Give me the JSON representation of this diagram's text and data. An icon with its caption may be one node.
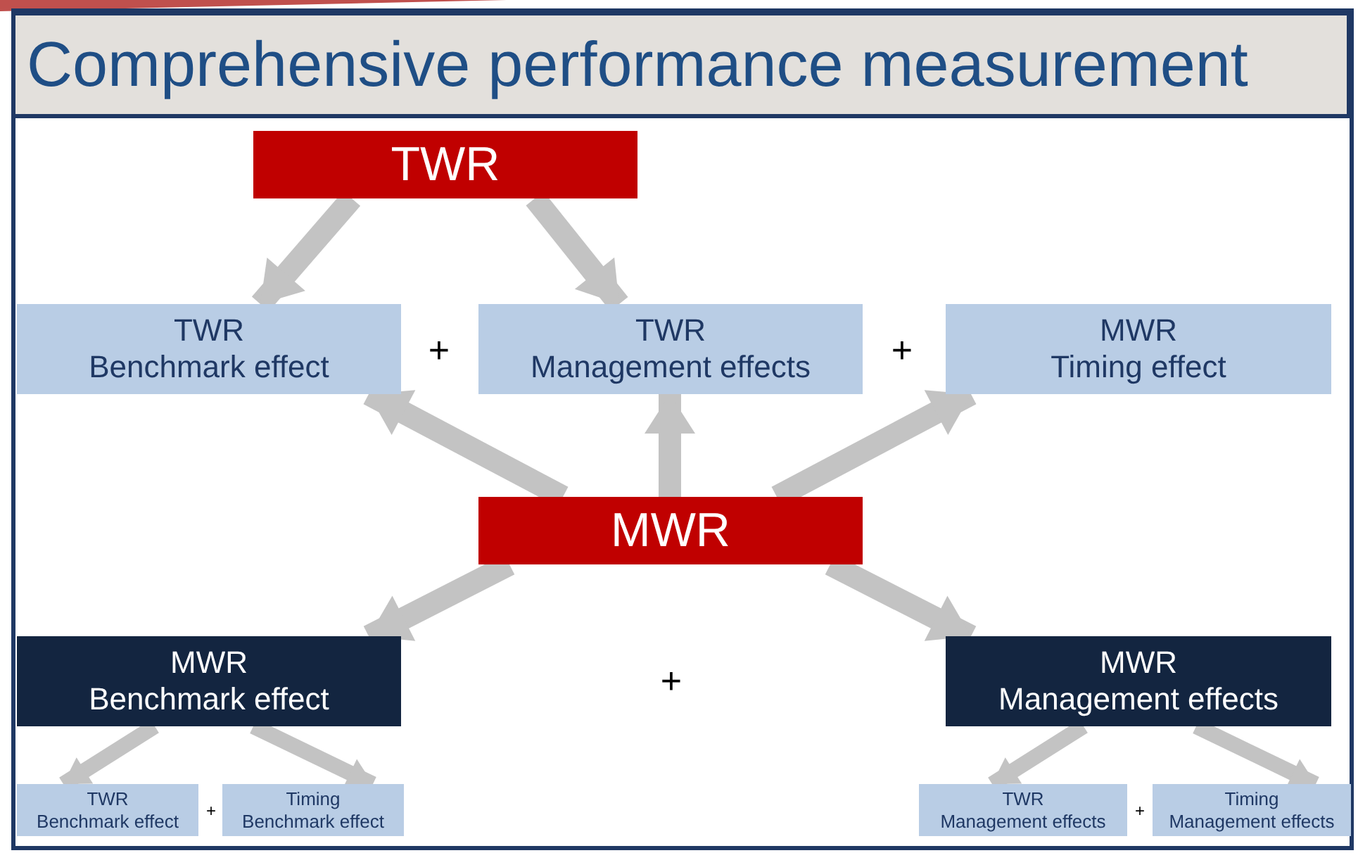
{
  "diagram": {
    "title": "Comprehensive performance measurement",
    "nodes": [
      {
        "text": [
          "TWR"
        ]
      },
      {
        "text": [
          "TWR",
          "Benchmark effect"
        ]
      },
      {
        "text": [
          "TWR",
          "Management effects"
        ]
      },
      {
        "text": [
          "MWR",
          "Timing effect"
        ]
      },
      {
        "text": [
          "MWR"
        ]
      },
      {
        "text": [
          "MWR",
          "Benchmark effect"
        ]
      },
      {
        "text": [
          "MWR",
          "Management effects"
        ]
      },
      {
        "text": [
          "TWR",
          "Benchmark effect"
        ]
      },
      {
        "text": [
          "Timing",
          "Benchmark effect"
        ]
      },
      {
        "text": [
          "TWR",
          "Management effects"
        ]
      },
      {
        "text": [
          "Timing",
          "Management effects"
        ]
      }
    ],
    "edges": [
      {
        "from": 0,
        "to": 1,
        "arrow": "to"
      },
      {
        "from": 0,
        "to": 2,
        "arrow": "to"
      },
      {
        "from": 4,
        "to": 1,
        "arrow": "to"
      },
      {
        "from": 4,
        "to": 2,
        "arrow": "to"
      },
      {
        "from": 4,
        "to": 3,
        "arrow": "to"
      },
      {
        "from": 4,
        "to": 5,
        "arrow": "to"
      },
      {
        "from": 4,
        "to": 6,
        "arrow": "to"
      },
      {
        "from": 5,
        "to": 7,
        "arrow": "to"
      },
      {
        "from": 5,
        "to": 8,
        "arrow": "to"
      },
      {
        "from": 6,
        "to": 9,
        "arrow": "to"
      },
      {
        "from": 6,
        "to": 10,
        "arrow": "to"
      }
    ],
    "labels": [
      "+",
      "+",
      "+",
      "+",
      "+"
    ]
  }
}
